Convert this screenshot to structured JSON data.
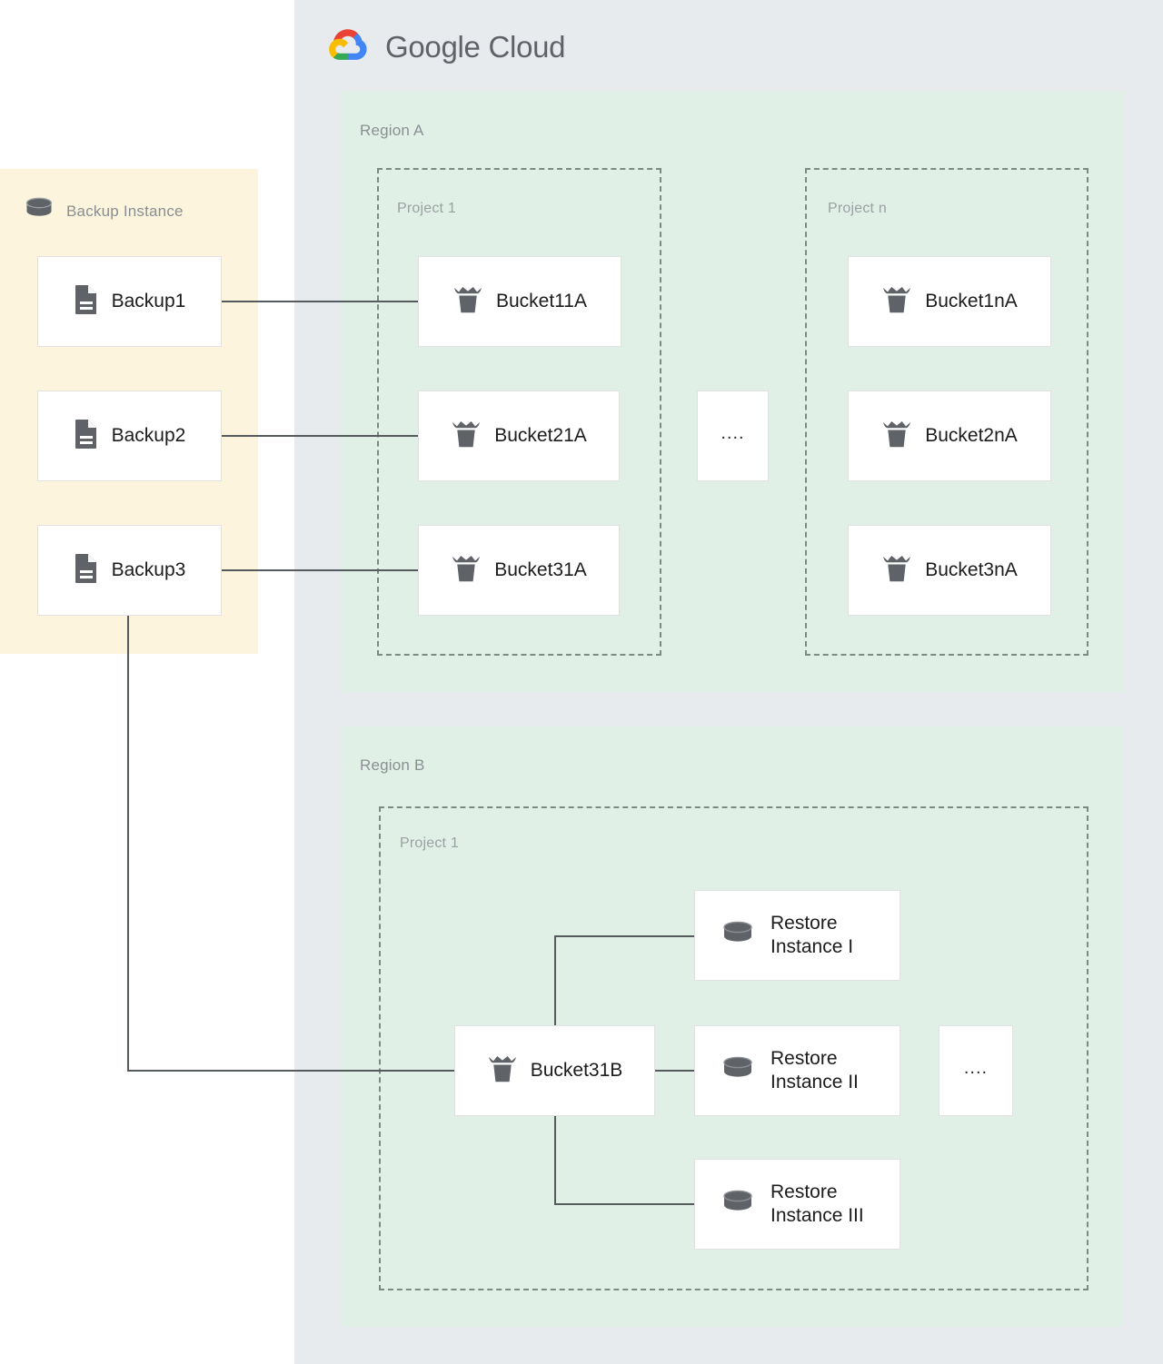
{
  "brand": {
    "name_bold": "Google",
    "name_light": "Cloud",
    "logo_icon": "google-cloud-logo-icon",
    "colors": {
      "red": "#EA4335",
      "blue": "#4285F4",
      "yellow": "#FBBC04",
      "green": "#34A853",
      "panel": "#e8ebee",
      "region": "#e0f0e7",
      "backup_panel": "#fcf4dc",
      "line": "#555b5c",
      "icon_gray": "#5f6368",
      "label_gray": "#8a8f93"
    }
  },
  "backup_instance": {
    "label": "Backup Instance",
    "icon": "database-cylinder-icon",
    "items": [
      {
        "label": "Backup1",
        "icon": "document-file-icon"
      },
      {
        "label": "Backup2",
        "icon": "document-file-icon"
      },
      {
        "label": "Backup3",
        "icon": "document-file-icon"
      }
    ]
  },
  "regions": [
    {
      "label": "Region A",
      "projects": [
        {
          "label": "Project 1",
          "buckets": [
            {
              "label": "Bucket11A",
              "icon": "storage-bucket-icon"
            },
            {
              "label": "Bucket21A",
              "icon": "storage-bucket-icon"
            },
            {
              "label": "Bucket31A",
              "icon": "storage-bucket-icon"
            }
          ]
        },
        {
          "label": "Project n",
          "buckets": [
            {
              "label": "Bucket1nA",
              "icon": "storage-bucket-icon"
            },
            {
              "label": "Bucket2nA",
              "icon": "storage-bucket-icon"
            },
            {
              "label": "Bucket3nA",
              "icon": "storage-bucket-icon"
            }
          ]
        }
      ],
      "ellipsis": "...."
    },
    {
      "label": "Region B",
      "projects": [
        {
          "label": "Project 1",
          "buckets": [
            {
              "label": "Bucket31B",
              "icon": "storage-bucket-icon"
            }
          ],
          "restore_instances": [
            {
              "label": "Restore\nInstance I",
              "icon": "database-cylinder-icon"
            },
            {
              "label": "Restore\nInstance II",
              "icon": "database-cylinder-icon"
            },
            {
              "label": "Restore\nInstance III",
              "icon": "database-cylinder-icon"
            }
          ]
        }
      ],
      "ellipsis": "...."
    }
  ],
  "connections": [
    {
      "from": "Backup1",
      "to": "Bucket11A"
    },
    {
      "from": "Backup2",
      "to": "Bucket21A"
    },
    {
      "from": "Backup3",
      "to": "Bucket31A"
    },
    {
      "from": "Backup3",
      "to": "Bucket31B"
    },
    {
      "from": "Bucket31B",
      "to": "Restore Instance I"
    },
    {
      "from": "Bucket31B",
      "to": "Restore Instance II"
    },
    {
      "from": "Bucket31B",
      "to": "Restore Instance III"
    }
  ]
}
